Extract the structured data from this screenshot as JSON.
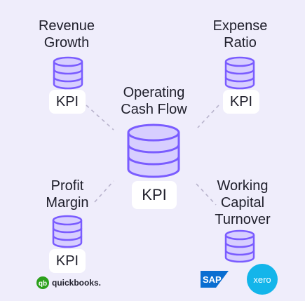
{
  "nodes": {
    "revenue_growth": {
      "label": "Revenue\nGrowth",
      "kpi": "KPI"
    },
    "expense_ratio": {
      "label": "Expense\nRatio",
      "kpi": "KPI"
    },
    "operating_cash_flow": {
      "label": "Operating\nCash Flow",
      "kpi": "KPI"
    },
    "profit_margin": {
      "label": "Profit\nMargin",
      "kpi": "KPI"
    },
    "working_capital_turnover": {
      "label": "Working\nCapital\nTurnover"
    }
  },
  "logos": {
    "quickbooks": {
      "text": "quickbooks.",
      "color": "#2ca01c"
    },
    "sap": {
      "text": "SAP",
      "color": "#0a6ed1"
    },
    "xero": {
      "text": "xero",
      "color": "#13b5ea"
    }
  },
  "colors": {
    "background": "#efedfb",
    "database_fill": "#d7ceff",
    "database_stroke": "#7a5cff",
    "connector": "#b8b3cc"
  }
}
